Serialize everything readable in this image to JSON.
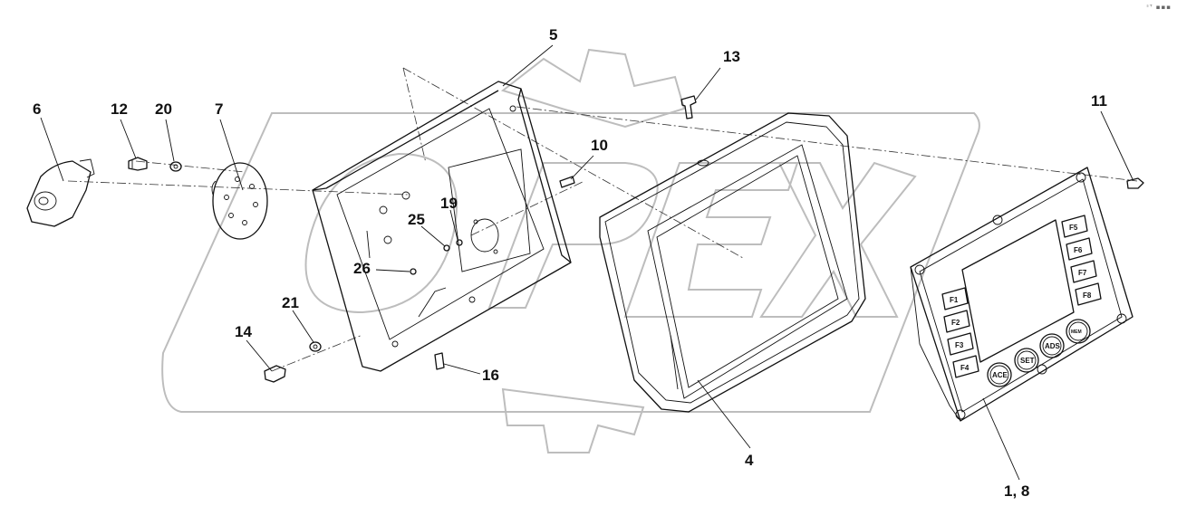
{
  "corner_mark": "ˢᵀ ▪▪▪",
  "callouts": [
    "5",
    "13",
    "11",
    "6",
    "12",
    "20",
    "7",
    "10",
    "19",
    "25",
    "26",
    "21",
    "14",
    "16",
    "4",
    "1, 8"
  ],
  "function_keys": [
    "F1",
    "F2",
    "F3",
    "F4",
    "F5",
    "F6",
    "F7",
    "F8"
  ],
  "round_buttons": [
    "ACE",
    "SET",
    "ADS",
    "MEM"
  ],
  "colors": {
    "ink": "#111111",
    "watermark": "#bdbdbd",
    "background": "#ffffff"
  }
}
